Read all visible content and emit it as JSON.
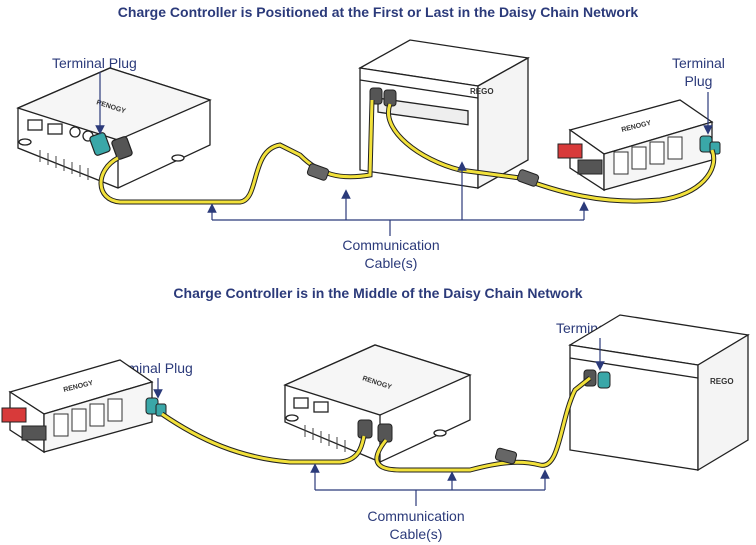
{
  "section_top": {
    "title": "Charge Controller is Positioned at the First or Last in the Daisy Chain Network",
    "terminal_left": "Terminal Plug",
    "terminal_right_line1": "Terminal",
    "terminal_right_line2": "Plug",
    "comm_line1": "Communication",
    "comm_line2": "Cable(s)",
    "logo_controller": "RENOGY",
    "logo_battery": "REGO",
    "logo_inverter": "RENOGY"
  },
  "section_bottom": {
    "title": "Charge Controller is in the Middle of the Daisy Chain Network",
    "terminal_left": "Terminal Plug",
    "terminal_right": "Terminal Plug",
    "comm_line1": "Communication",
    "comm_line2": "Cable(s)",
    "logo_controller": "RENOGY",
    "logo_battery": "REGO",
    "logo_inverter": "RENOGY"
  },
  "colors": {
    "title": "#2b3a7a",
    "cable": "#f2e13a",
    "terminal_plug": "#3aa7a8",
    "red_terminal": "#d83a3a"
  }
}
